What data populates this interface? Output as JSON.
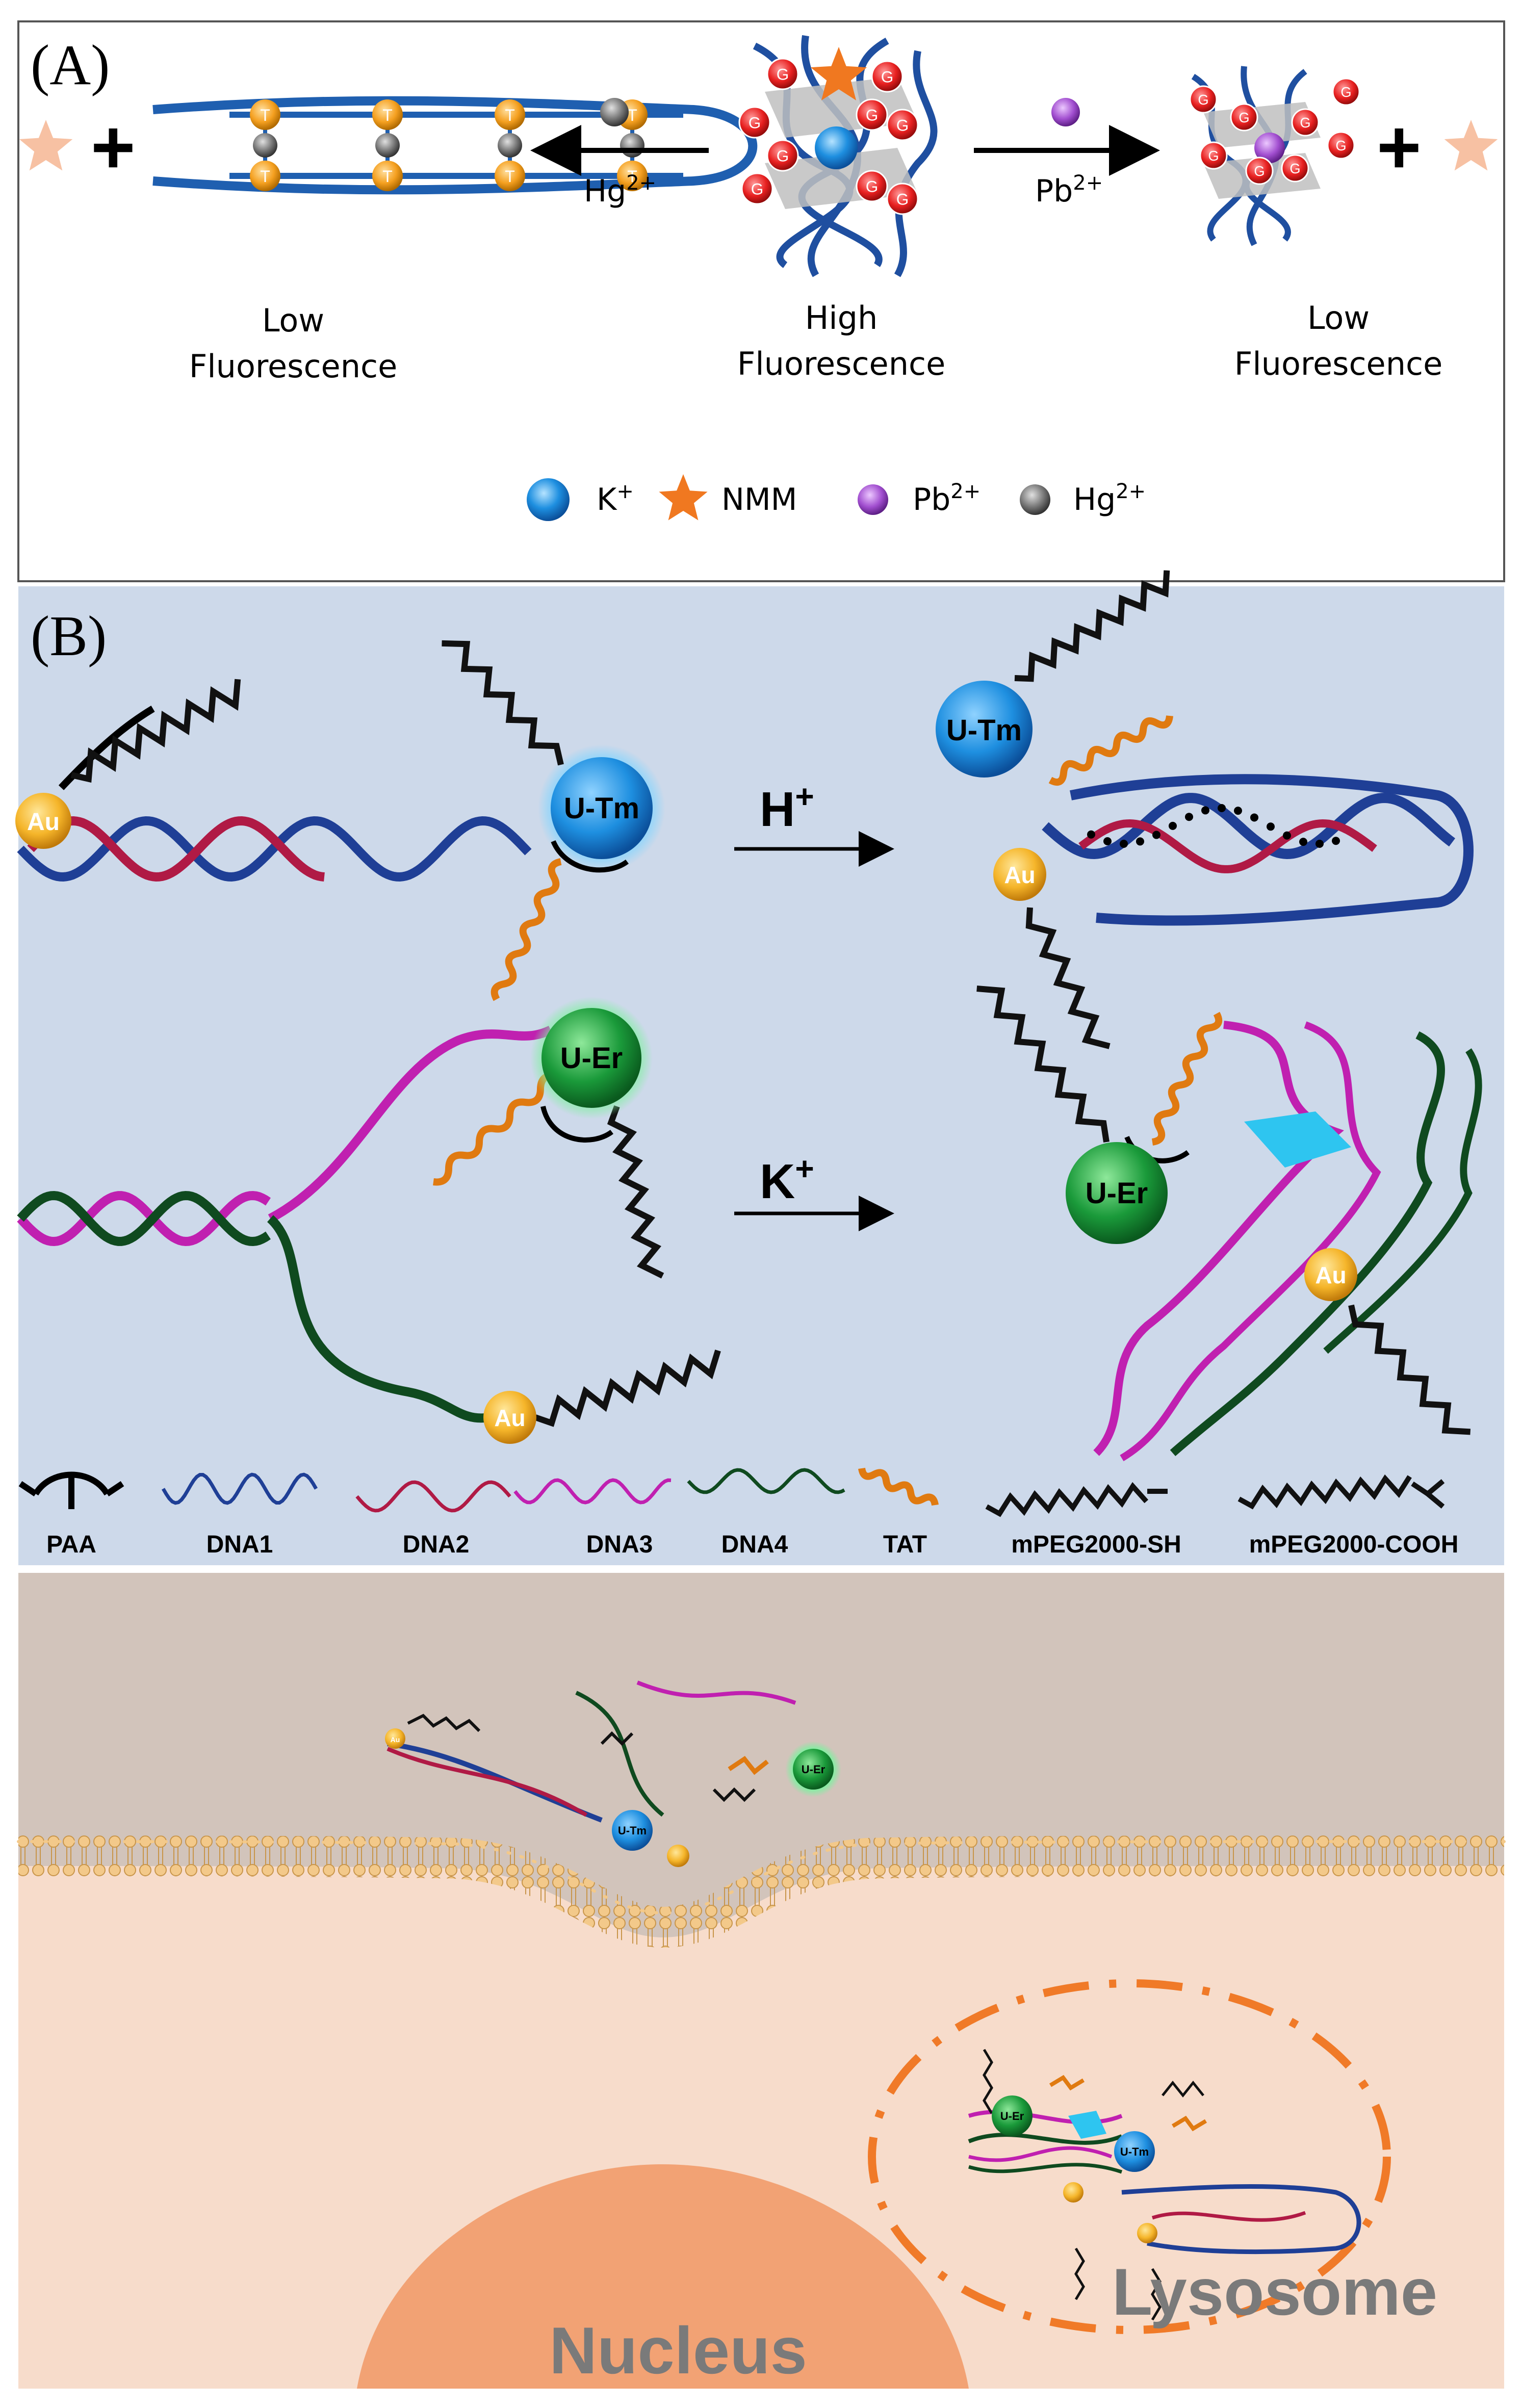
{
  "panel_a": {
    "label": "(A)",
    "left_reagent": "Hg",
    "left_reagent_charge": "2+",
    "right_reagent": "Pb",
    "right_reagent_charge": "2+",
    "plus": "+",
    "base_label": "T",
    "g_label": "G",
    "states": [
      {
        "line1": "Low",
        "line2": "Fluorescence"
      },
      {
        "line1": "High",
        "line2": "Fluorescence"
      },
      {
        "line1": "Low",
        "line2": "Fluorescence"
      }
    ],
    "legend": [
      {
        "label": "K",
        "sup": "+",
        "color": "#1e8fe0"
      },
      {
        "label": "NMM",
        "sup": "",
        "color": "#f07820"
      },
      {
        "label": "Pb",
        "sup": "2+",
        "color": "#a24fd0"
      },
      {
        "label": "Hg",
        "sup": "2+",
        "color": "#6e6e6e"
      }
    ]
  },
  "panel_b": {
    "label": "(B)",
    "row1": {
      "trigger": "H",
      "trigger_sup": "+",
      "np_label": "U-Tm",
      "au_label": "Au"
    },
    "row2": {
      "trigger": "K",
      "trigger_sup": "+",
      "np_label": "U-Er",
      "au_label": "Au"
    },
    "legend": [
      "PAA",
      "DNA1",
      "DNA2",
      "DNA3",
      "DNA4",
      "TAT",
      "mPEG2000-SH",
      "mPEG2000-COOH"
    ]
  },
  "cell": {
    "nucleus_label": "Nucleus",
    "lysosome_label": "Lysosome",
    "small_np_tm": "U-Tm",
    "small_np_er": "U-Er",
    "small_au": "Au"
  },
  "colors": {
    "dna1": "#1f3f96",
    "dna2": "#b01a45",
    "dna3": "#c020b0",
    "dna4": "#0f4a1f",
    "tat": "#e07a10",
    "panel_b_bg": "#cdd9ea",
    "membrane_bg": "#d2c4bb",
    "cyto_bg": "#f7dccb",
    "nucleus": "#f2a274",
    "lysosome_ring": "#f07a28",
    "g_ball": "#e82020",
    "t_ball": "#f5a020",
    "au": "#f5b52a",
    "tm": "#1e8fe0",
    "er": "#1a9a3a"
  }
}
